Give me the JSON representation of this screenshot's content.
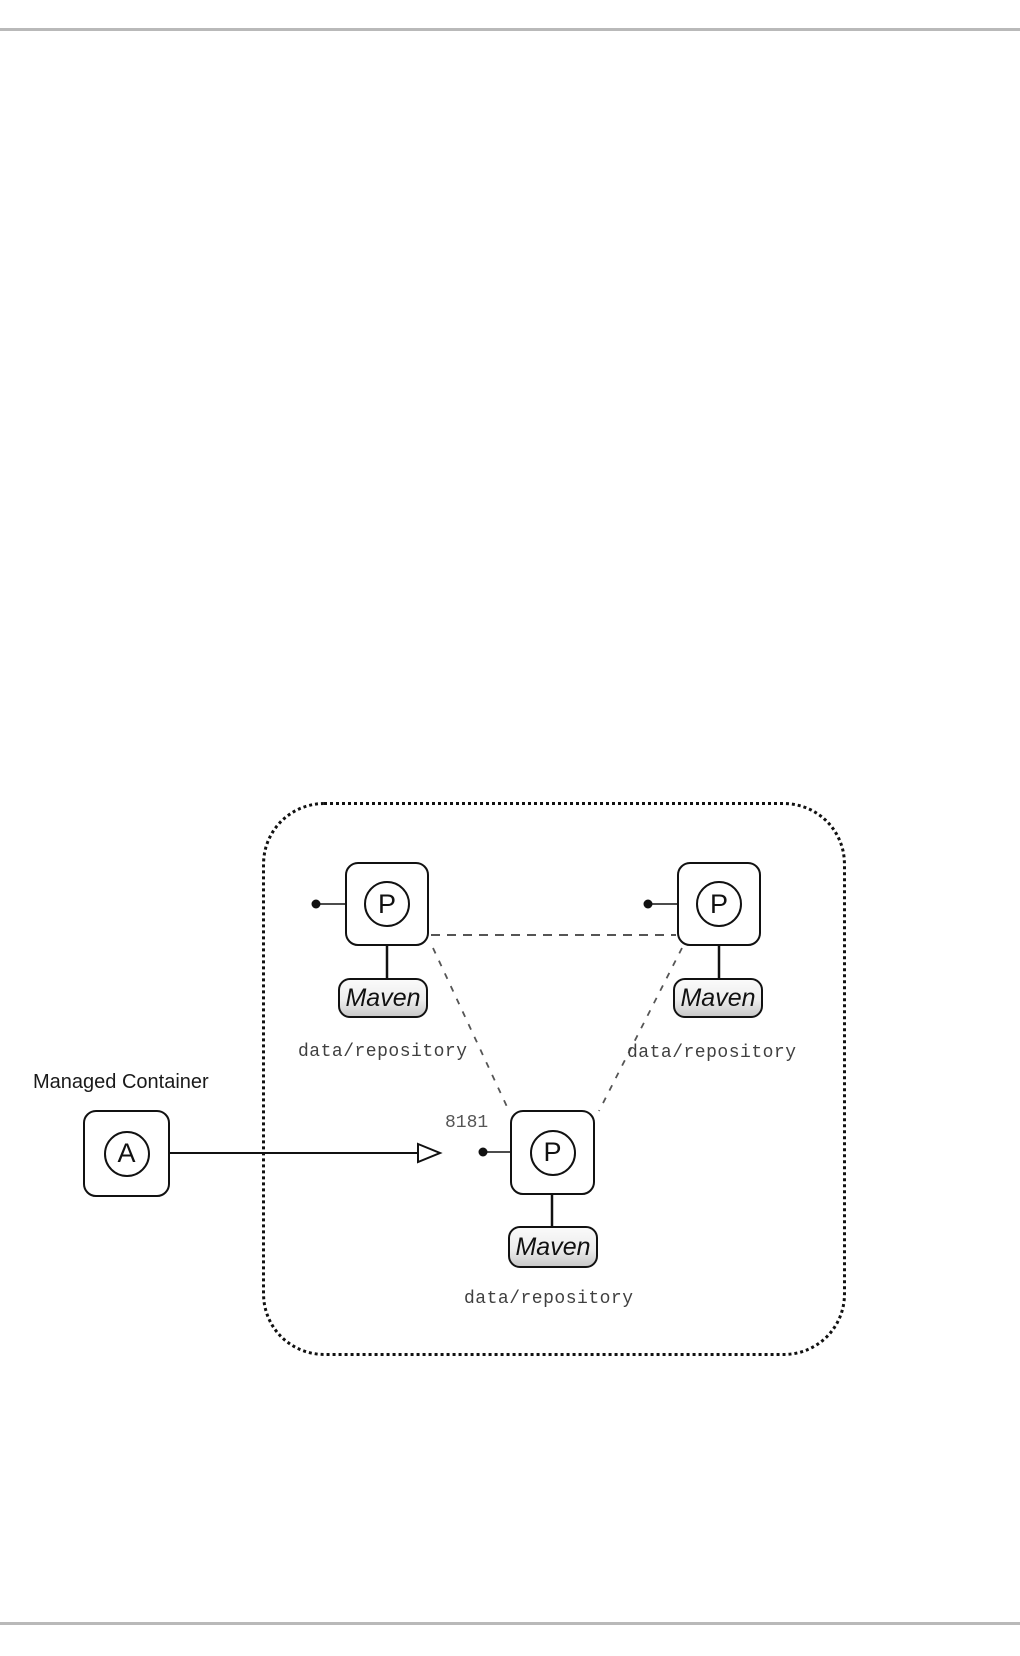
{
  "figure": {
    "managed_container": {
      "label": "Managed Container",
      "node_letter": "A"
    },
    "port_label": "8181",
    "cluster_nodes": [
      {
        "letter": "P",
        "maven_label": "Maven",
        "repo_label": "data/repository"
      },
      {
        "letter": "P",
        "maven_label": "Maven",
        "repo_label": "data/repository"
      },
      {
        "letter": "P",
        "maven_label": "Maven",
        "repo_label": "data/repository"
      }
    ],
    "colors": {
      "stroke": "#111111",
      "dashed_link": "#555555",
      "page_rule": "#b9b9b9",
      "mono_text": "#404040",
      "maven_gradient_top": "#fafafa",
      "maven_gradient_bottom": "#c9c9c9"
    }
  }
}
